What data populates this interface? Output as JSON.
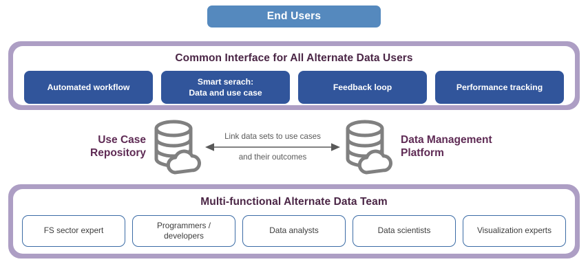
{
  "end_users": {
    "label": "End Users"
  },
  "interface_panel": {
    "title": "Common Interface for All Alternate Data Users",
    "buttons": [
      {
        "label": "Automated workflow"
      },
      {
        "label": "Smart serach:\nData and use case"
      },
      {
        "label": "Feedback loop"
      },
      {
        "label": "Performance tracking"
      }
    ]
  },
  "middle": {
    "left_label": "Use Case\nRepository",
    "right_label": "Data Management\nPlatform",
    "left_icon": "database-cloud-icon",
    "right_icon": "database-cloud-icon",
    "arrow_line1": "Link data sets to use cases",
    "arrow_line2": "and their outcomes",
    "arrow_icon": "double-headed-arrow-icon"
  },
  "team_panel": {
    "title": "Multi-functional Alternate Data Team",
    "cards": [
      {
        "label": "FS sector expert"
      },
      {
        "label": "Programmers /\ndevelopers"
      },
      {
        "label": "Data analysts"
      },
      {
        "label": "Data scientists"
      },
      {
        "label": "Visualization experts"
      }
    ]
  },
  "colors": {
    "end_users_blue": "#5589be",
    "button_blue": "#31559b",
    "panel_border_mauve": "#ad9ec4",
    "heading_plum": "#4a2545",
    "label_purple": "#5e2a54",
    "icon_gray": "#808080",
    "card_border_blue": "#3a6ba5",
    "arrow_gray": "#595959"
  }
}
